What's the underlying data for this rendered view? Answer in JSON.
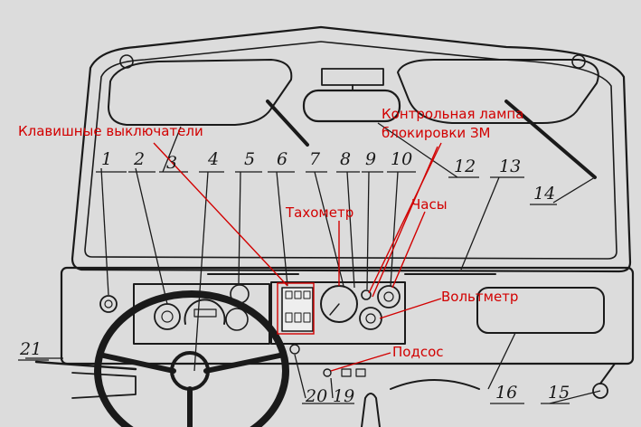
{
  "annotations": {
    "switches": "Клавишные выключатели",
    "lamp_line1": "Контрольная лампа",
    "lamp_line2": "блокировки ЗМ",
    "tachometer": "Тахометр",
    "clock": "Часы",
    "voltmeter": "Вольтметр",
    "choke": "Подсос"
  },
  "callouts": {
    "n1": "1",
    "n2": "2",
    "n3": "3",
    "n4": "4",
    "n5": "5",
    "n6": "6",
    "n7": "7",
    "n8": "8",
    "n9": "9",
    "n10": "10",
    "n12": "12",
    "n13": "13",
    "n14": "14",
    "n15": "15",
    "n16": "16",
    "n19": "19",
    "n20": "20",
    "n21": "21"
  },
  "colors": {
    "ink": "#1a1a1a",
    "paper": "#dcdcdc",
    "annotation": "#d20000"
  }
}
